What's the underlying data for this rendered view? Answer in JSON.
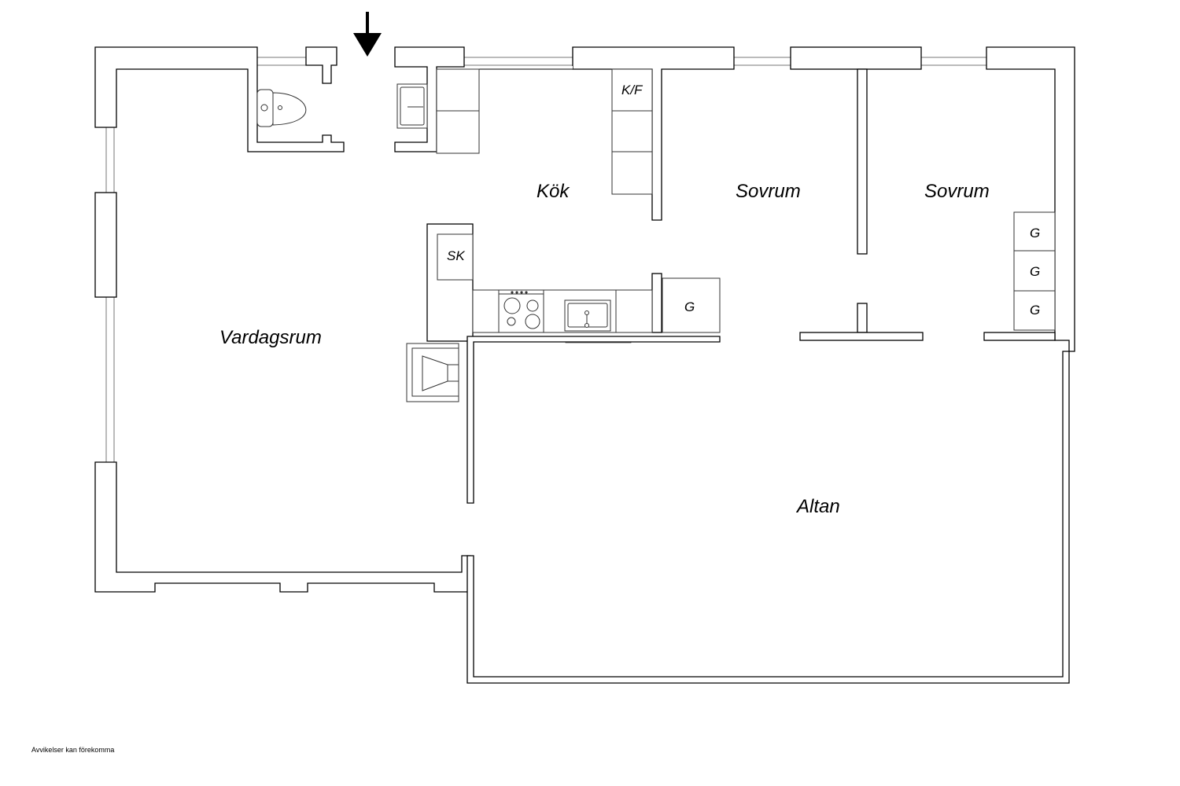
{
  "rooms": {
    "kitchen": "Kök",
    "bedroom_1": "Sovrum",
    "bedroom_2": "Sovrum",
    "living_room": "Vardagsrum",
    "terrace": "Altan"
  },
  "fixtures": {
    "fridge_freezer": "K/F",
    "cabinet_sk": "SK",
    "wardrobe_kitchen": "G",
    "wardrobes_bedroom": [
      "G",
      "G",
      "G"
    ]
  },
  "entrance_icon": "arrow-down-icon",
  "disclaimer": "Avvikelser kan förekomma"
}
